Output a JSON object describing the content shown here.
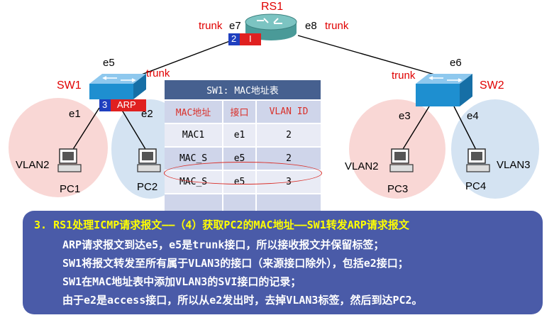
{
  "router": {
    "name": "RS1",
    "port_e7": "e7",
    "port_e8": "e8",
    "trunk_left": "trunk",
    "trunk_right": "trunk",
    "tag_left": "2",
    "tag_right": "I"
  },
  "sw1": {
    "name": "SW1",
    "port_e5": "e5",
    "port_e1": "e1",
    "port_e2": "e2",
    "trunk": "trunk",
    "tag_vlan": "3",
    "tag_frame": "ARP"
  },
  "sw2": {
    "name": "SW2",
    "port_e6": "e6",
    "port_e3": "e3",
    "port_e4": "e4",
    "trunk": "trunk"
  },
  "hosts": {
    "pc1": {
      "name": "PC1",
      "vlan": "VLAN2"
    },
    "pc2": {
      "name": "PC2"
    },
    "pc3": {
      "name": "PC3",
      "vlan": "VLAN2"
    },
    "pc4": {
      "name": "PC4",
      "vlan": "VLAN3"
    }
  },
  "mac_table": {
    "title": "SW1: MAC地址表",
    "headers": [
      "MAC地址",
      "接口",
      "VLAN ID"
    ],
    "rows": [
      [
        "MAC1",
        "e1",
        "2"
      ],
      [
        "MAC_S",
        "e5",
        "2"
      ],
      [
        "MAC_S",
        "e5",
        "3"
      ]
    ]
  },
  "panel": {
    "line1": "3. RS1处理ICMP请求报文——（4）获取PC2的MAC地址——SW1转发ARP请求报文",
    "line2": "ARP请求报文到达e5，e5是trunk接口，所以接收报文并保留标签；",
    "line3": "SW1将报文转发至所有属于VLAN3的接口（来源接口除外），包括e2接口；",
    "line4": "SW1在MAC地址表中添加VLAN3的SVI接口的记录；",
    "line5": "由于e2是access接口，所以从e2发出时，去掉VLAN3标签，然后到达PC2。"
  },
  "colors": {
    "accent_red": "#e00000",
    "panel_bg": "#4a5ba8",
    "panel_title": "#ffff00",
    "table_header": "#46608f",
    "switch_blue": "#1e8fd0"
  },
  "icons": [
    "router-icon",
    "switch-icon",
    "pc-icon"
  ]
}
